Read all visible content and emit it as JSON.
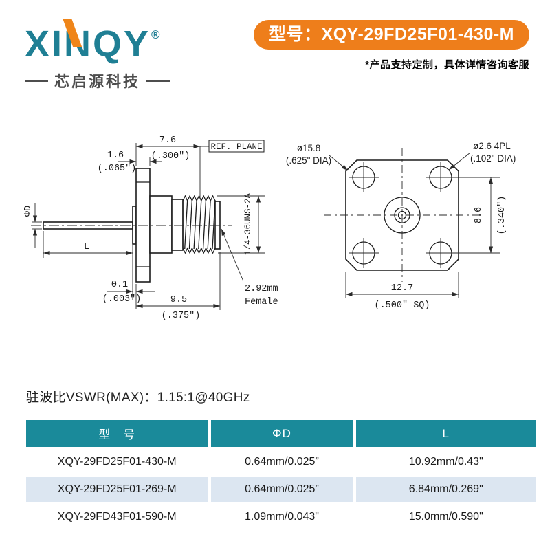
{
  "header": {
    "logo": {
      "brand": "XINQY",
      "reg": "®",
      "tagline": "芯启源科技"
    },
    "badge": "型号：XQY-29FD25F01-430-M",
    "note": "*产品支持定制，具体详情咨询客服"
  },
  "drawing": {
    "side": {
      "d76": "7.6",
      "d76in": "(.300″)",
      "ref_plane": "REF. PLANE",
      "d16": "1.6",
      "d16in": "(.065″)",
      "phid": "ΦD",
      "L": "L",
      "d01": "0.1",
      "d01in": "(.003″)",
      "d95": "9.5",
      "d95in": "(.375″)",
      "thread": "1/4-36UNS-2A",
      "iface1": "2.92mm",
      "iface2": "Female"
    },
    "front": {
      "fdia": "ø15.8",
      "fdiain": "(.625\" DIA)",
      "hdia": "ø2.6 4PL",
      "hdiain": "(.102\" DIA)",
      "d86": "8.6",
      "d86in": "(.340″)",
      "d127": "12.7",
      "d127in": "(.500″ SQ)"
    }
  },
  "specs": {
    "vswr": "驻波比VSWR(MAX)：1.15:1@40GHz"
  },
  "table": {
    "headers": [
      "型　号",
      "ΦD",
      "L"
    ],
    "rows": [
      [
        "XQY-29FD25F01-430-M",
        "0.64mm/0.025”",
        "10.92mm/0.43\""
      ],
      [
        "XQY-29FD25F01-269-M",
        "0.64mm/0.025”",
        "6.84mm/0.269\""
      ],
      [
        "XQY-29FD43F01-590-M",
        "1.09mm/0.043\"",
        "15.0mm/0.590\""
      ]
    ]
  },
  "colors": {
    "teal": "#1a8a9a",
    "orange": "#ee7e1b",
    "logo_teal": "#1f7f94",
    "alt_row": "#dce6f1"
  }
}
